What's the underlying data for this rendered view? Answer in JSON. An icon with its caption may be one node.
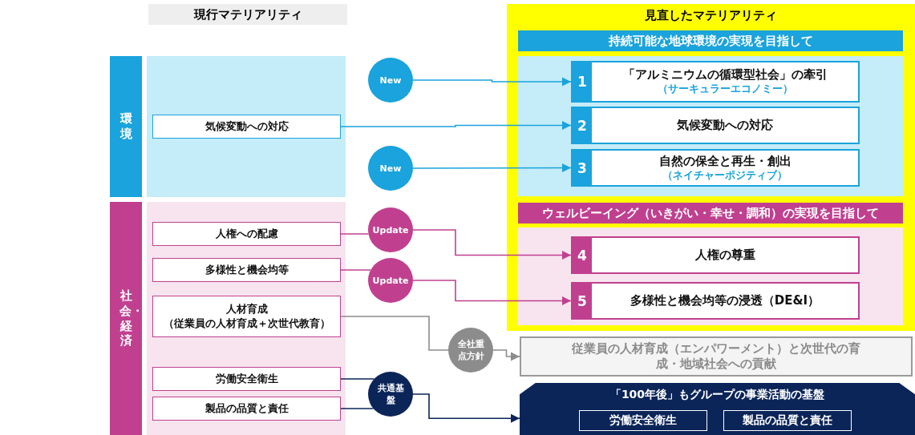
{
  "diagram": {
    "nodes": [
      {
        "text": [
          "現行マテリアリティ"
        ]
      },
      {
        "text": [
          "環境"
        ]
      },
      {
        "text": [
          "気候変動への対応"
        ]
      },
      {
        "text": [
          "社会・経済"
        ]
      },
      {
        "text": [
          "人権への配慮"
        ]
      },
      {
        "text": [
          "多様性と機会均等"
        ]
      },
      {
        "text": [
          "人材育成",
          "（従業員の人材育成＋次世代教育）"
        ]
      },
      {
        "text": [
          "労働安全衛生"
        ]
      },
      {
        "text": [
          "製品の品質と責任"
        ]
      },
      {
        "text": [
          "New"
        ]
      },
      {
        "text": [
          "New"
        ]
      },
      {
        "text": [
          "Update"
        ]
      },
      {
        "text": [
          "Update"
        ]
      },
      {
        "text": [
          "全社重点方針"
        ]
      },
      {
        "text": [
          "共通基盤"
        ]
      },
      {
        "text": [
          "見直したマテリアリティ"
        ]
      },
      {
        "text": [
          "持続可能な地球環境の実現を目指して"
        ],
        "in": 15
      },
      {
        "text": [
          "1",
          "「アルミニウムの循環型社会」の牽引",
          "（サーキュラーエコノミー）"
        ],
        "in": 15
      },
      {
        "text": [
          "2",
          "気候変動への対応"
        ],
        "in": 15
      },
      {
        "text": [
          "3",
          "自然の保全と再生・創出",
          "（ネイチャーポジティブ）"
        ],
        "in": 15
      },
      {
        "text": [
          "ウェルビーイング（いきがい・幸せ・調和）の実現を目指して"
        ],
        "in": 15
      },
      {
        "text": [
          "4",
          "人権の尊重"
        ],
        "in": 15
      },
      {
        "text": [
          "5",
          "多様性と機会均等の浸透（DE&I）"
        ],
        "in": 15
      },
      {
        "text": [
          "従業員の人材育成（エンパワーメント）と次世代の育成・地域社会への貢献"
        ]
      },
      {
        "text": [
          "「100年後」もグループの事業活動の基盤"
        ]
      },
      {
        "text": [
          "労働安全衛生"
        ],
        "in": 24
      },
      {
        "text": [
          "製品の品質と責任"
        ],
        "in": 24
      }
    ],
    "edges": [
      {
        "from": 9,
        "to": 17,
        "arrow": "to",
        "color": "#1aa3dc"
      },
      {
        "from": 2,
        "to": 18,
        "arrow": "to",
        "color": "#1aa3dc"
      },
      {
        "from": 10,
        "to": 19,
        "arrow": "to",
        "color": "#1aa3dc"
      },
      {
        "from": 4,
        "to": 11,
        "arrow": "none",
        "color": "#c0408f"
      },
      {
        "from": 11,
        "to": 21,
        "arrow": "to",
        "color": "#c0408f"
      },
      {
        "from": 5,
        "to": 12,
        "arrow": "none",
        "color": "#c0408f"
      },
      {
        "from": 12,
        "to": 22,
        "arrow": "to",
        "color": "#c0408f"
      },
      {
        "from": 6,
        "to": 13,
        "arrow": "none",
        "color": "#8c8c8c"
      },
      {
        "from": 13,
        "to": 23,
        "arrow": "to",
        "color": "#8c8c8c"
      },
      {
        "from": 7,
        "to": 14,
        "arrow": "none",
        "color": "#0b2559"
      },
      {
        "from": 8,
        "to": 14,
        "arrow": "none",
        "color": "#0b2559"
      },
      {
        "from": 14,
        "to": 24,
        "arrow": "to",
        "color": "#0b2559"
      }
    ]
  }
}
